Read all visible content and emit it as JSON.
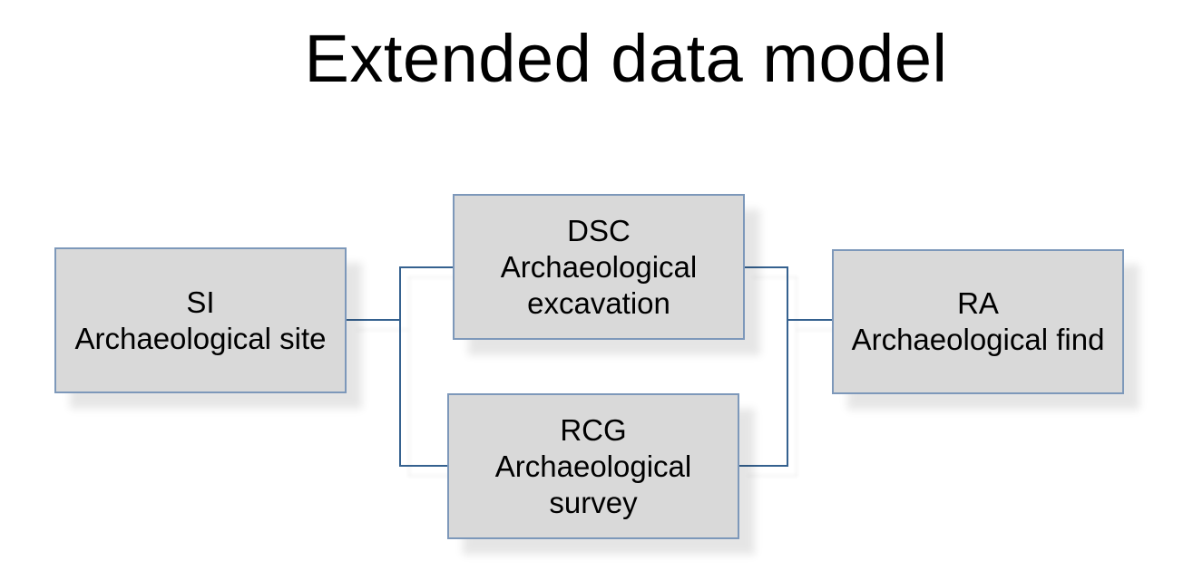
{
  "title": "Extended data model",
  "colors": {
    "background": "#ffffff",
    "box_fill": "#d9d9d9",
    "box_border": "#7d98ba",
    "connector": "#35618f",
    "text": "#000000"
  },
  "diagram": {
    "nodes": [
      {
        "id": "SI",
        "code": "SI",
        "label": "Archaeological site"
      },
      {
        "id": "DSC",
        "code": "DSC",
        "label": "Archaeological\nexcavation"
      },
      {
        "id": "RCG",
        "code": "RCG",
        "label": "Archaeological\nsurvey"
      },
      {
        "id": "RA",
        "code": "RA",
        "label": "Archaeological find"
      }
    ],
    "edges": [
      {
        "from": "SI",
        "to": "DSC"
      },
      {
        "from": "SI",
        "to": "RCG"
      },
      {
        "from": "DSC",
        "to": "RA"
      },
      {
        "from": "RCG",
        "to": "RA"
      }
    ]
  }
}
